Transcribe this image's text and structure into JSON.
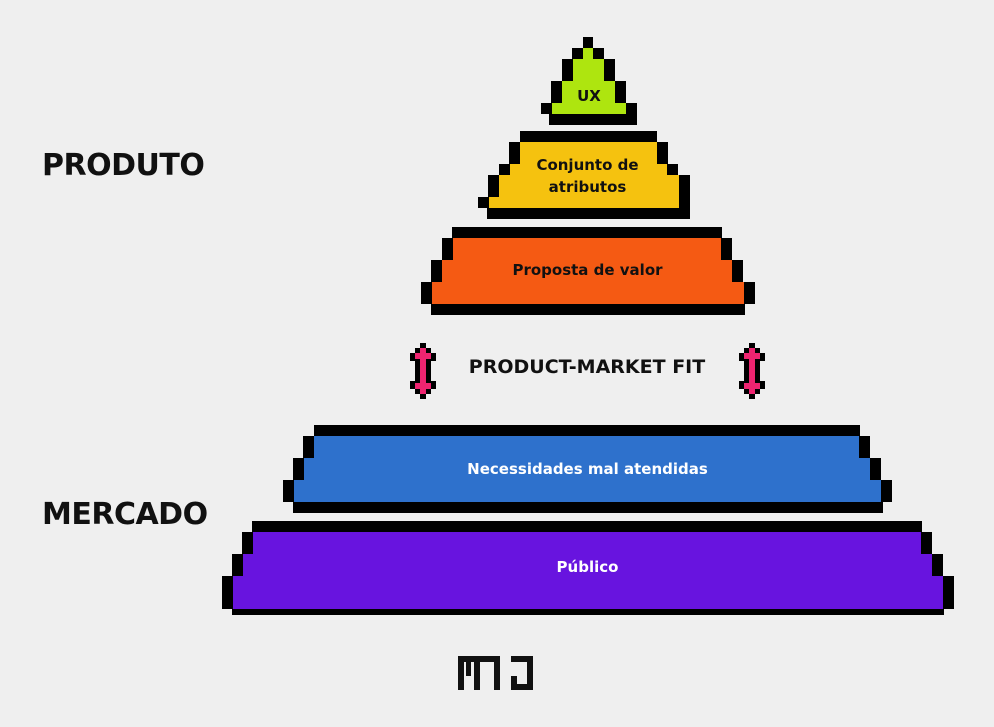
{
  "side_labels": {
    "produto": "PRODUTO",
    "mercado": "MERCADO"
  },
  "layers": [
    {
      "label": "UX",
      "fill": "#aee50f",
      "text_color": "#111111"
    },
    {
      "label": "Conjunto de atributos",
      "fill": "#f5c20f",
      "text_color": "#111111"
    },
    {
      "label": "Proposta de valor",
      "fill": "#f55a13",
      "text_color": "#111111"
    },
    {
      "label": "Necessidades mal atendidas",
      "fill": "#2e71cc",
      "text_color": "#ffffff"
    },
    {
      "label": "Público",
      "fill": "#6814df",
      "text_color": "#ffffff"
    }
  ],
  "fit": {
    "label": "PRODUCT-MARKET FIT",
    "arrow_color": "#ee2470",
    "icon": "double-headed-vertical-arrow-icon"
  },
  "logo": {
    "text": "MJ"
  },
  "colors": {
    "background": "#efefef",
    "outline": "#000000",
    "text": "#111111"
  }
}
